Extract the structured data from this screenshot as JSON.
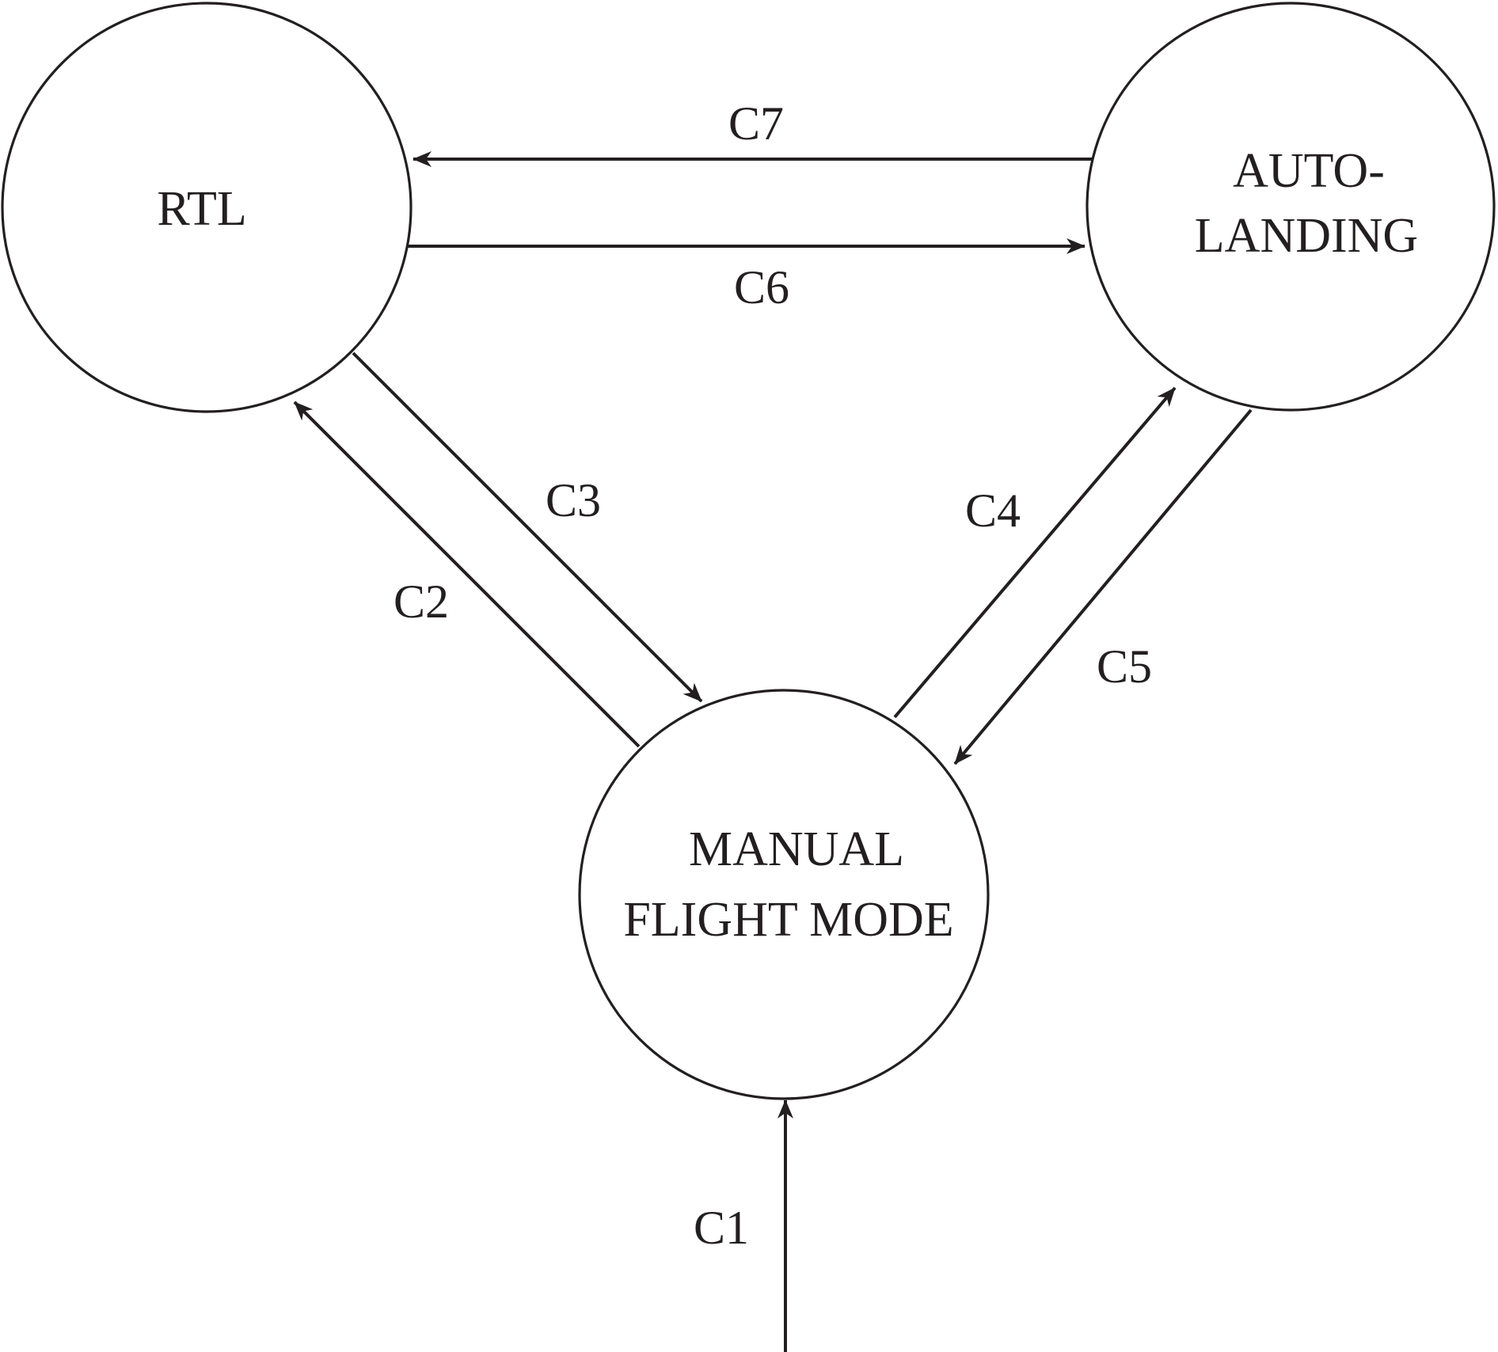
{
  "colors": {
    "stroke": "#231f20",
    "background": "#ffffff"
  },
  "states": {
    "rtl": {
      "lines": [
        "RTL"
      ]
    },
    "auto_landing": {
      "lines": [
        "AUTO-",
        "LANDING"
      ]
    },
    "manual": {
      "lines": [
        "MANUAL",
        "FLIGHT MODE"
      ]
    }
  },
  "transitions": {
    "c1": {
      "label": "C1",
      "to": "MANUAL FLIGHT MODE"
    },
    "c2": {
      "label": "C2",
      "from": "MANUAL FLIGHT MODE",
      "to": "RTL"
    },
    "c3": {
      "label": "C3",
      "from": "RTL",
      "to": "MANUAL FLIGHT MODE"
    },
    "c4": {
      "label": "C4",
      "from": "MANUAL FLIGHT MODE",
      "to": "AUTO-LANDING"
    },
    "c5": {
      "label": "C5",
      "from": "AUTO-LANDING",
      "to": "MANUAL FLIGHT MODE"
    },
    "c6": {
      "label": "C6",
      "from": "RTL",
      "to": "AUTO-LANDING"
    },
    "c7": {
      "label": "C7",
      "from": "AUTO-LANDING",
      "to": "RTL"
    }
  }
}
